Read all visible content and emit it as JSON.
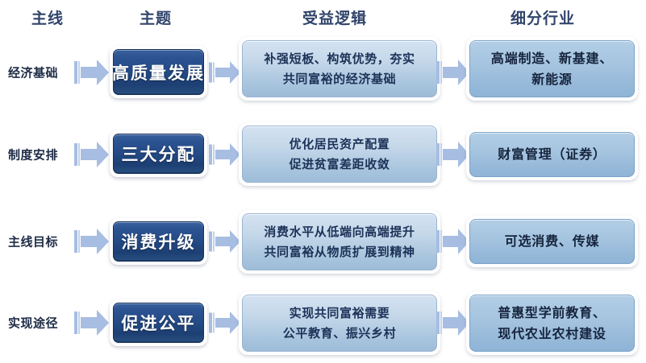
{
  "meta": {
    "accent_dark": "#234a85",
    "accent_light": "#aac6de",
    "accent_industry": "#a6c5e0",
    "arrow_color": "#a7bde2",
    "header_color": "#31456b"
  },
  "headers": [
    {
      "label": "主线"
    },
    {
      "label": "主题"
    },
    {
      "label": "受益逻辑"
    },
    {
      "label": "细分行业"
    }
  ],
  "rows": [
    {
      "label": "经济基础",
      "theme": "高质量发展",
      "logic": "补强短板、构筑优势，夯实\n共同富裕的经济基础",
      "industry": "高端制造、新基建、\n新能源"
    },
    {
      "label": "制度安排",
      "theme": "三大分配",
      "logic": "优化居民资产配置\n促进贫富差距收敛",
      "industry": "财富管理（证券）"
    },
    {
      "label": "主线目标",
      "theme": "消费升级",
      "logic": "消费水平从低端向高端提升\n共同富裕从物质扩展到精神",
      "industry": "可选消费、传媒"
    },
    {
      "label": "实现途径",
      "theme": "促进公平",
      "logic": "实现共同富裕需要\n公平教育、振兴乡村",
      "industry": "普惠型学前教育、\n现代农业农村建设"
    }
  ]
}
